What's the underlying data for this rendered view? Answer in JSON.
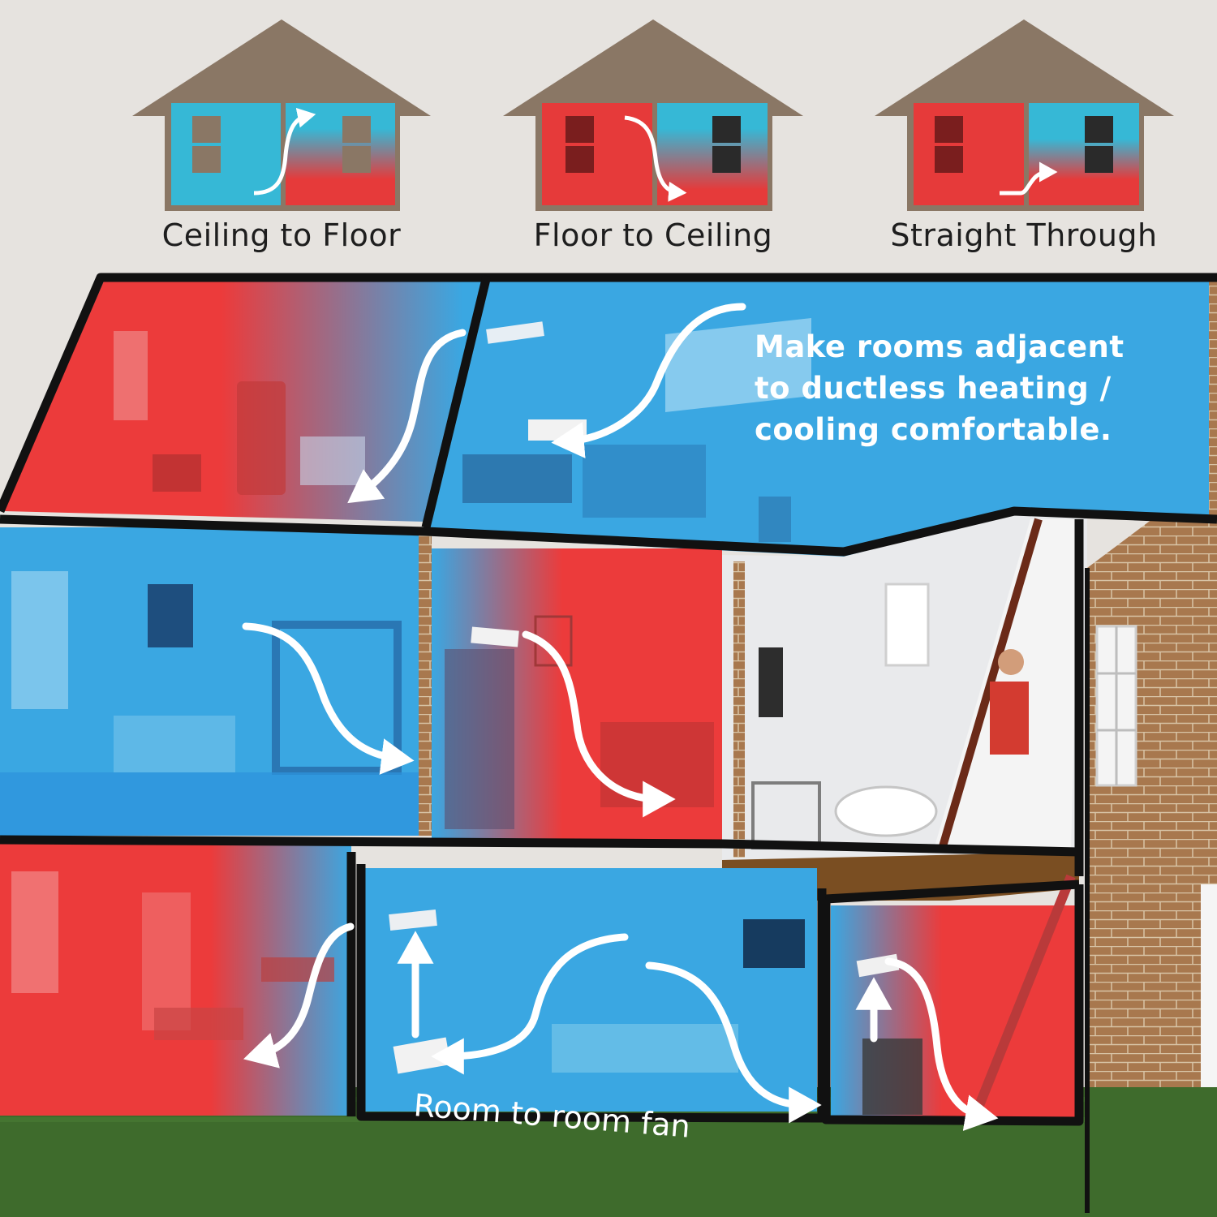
{
  "flow_icons": [
    {
      "label": "Ceiling to Floor",
      "left_color": "#36b8d6",
      "right_color": "#e63a3a"
    },
    {
      "label": "Floor to Ceiling",
      "left_color": "#e63a3a",
      "right_color": "#36b8d6"
    },
    {
      "label": "Straight Through",
      "left_color": "#e63a3a",
      "right_color": "#36b8d6"
    }
  ],
  "callout": "Make rooms adjacent to ductless heating / cooling comfortable.",
  "fan_label": "Room to room fan",
  "colors": {
    "background": "#e6e3df",
    "roof_brown": "#8a7765",
    "warm": "#ec3b3b",
    "cool": "#3aa7e2",
    "arrow": "#ffffff",
    "outline": "#111111",
    "brick": "#a8784e",
    "grass": "#3e6b2c"
  },
  "icons": [
    "air-flow-arrow-icon",
    "vent-grille-icon",
    "house-icon"
  ]
}
